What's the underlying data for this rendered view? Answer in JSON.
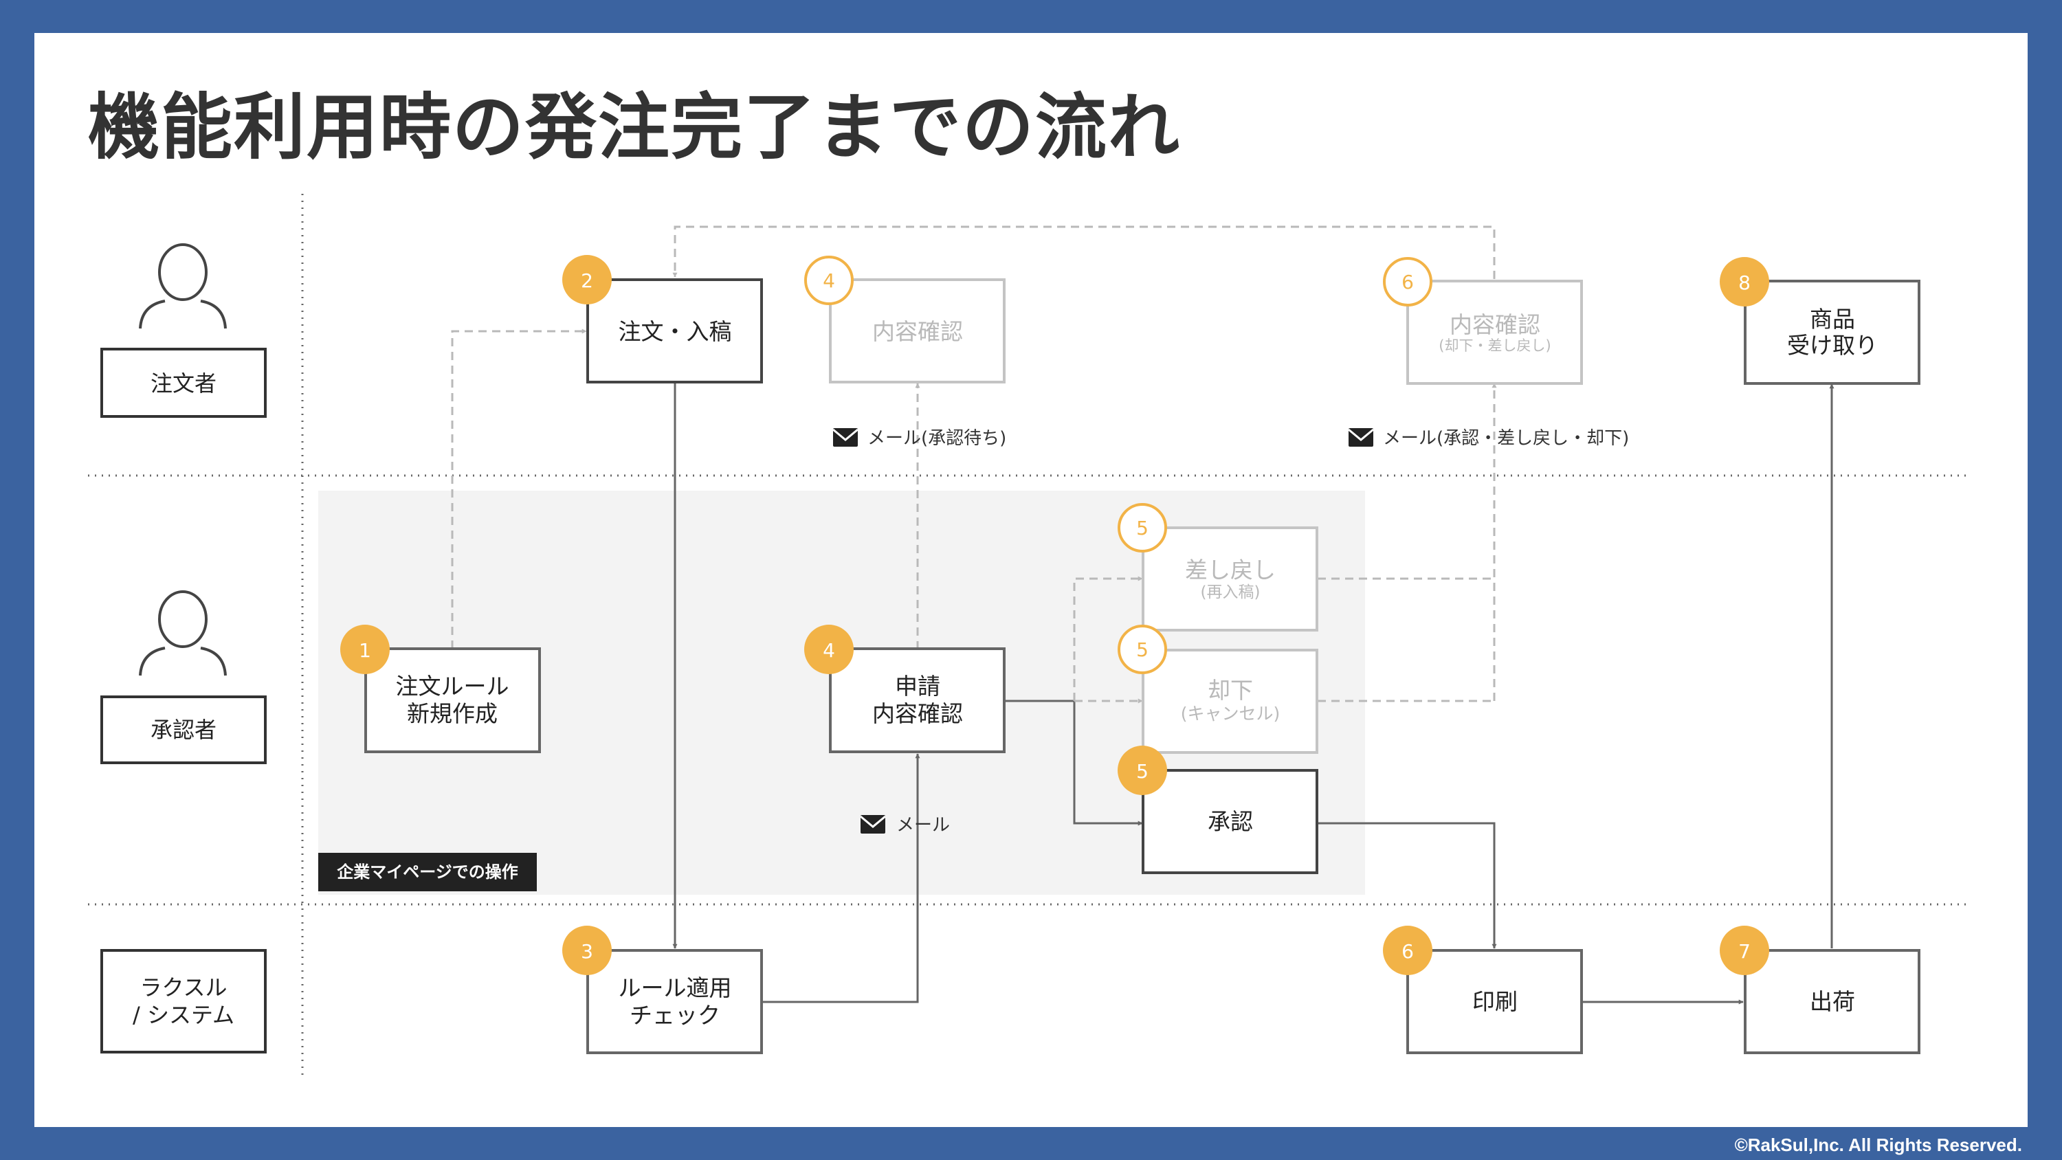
{
  "title": "機能利用時の発注完了までの流れ",
  "copyright": "©RakSul,Inc. All Rights Reserved.",
  "lanes": {
    "orderer": "注文者",
    "approver": "承認者",
    "raksul_line1": "ラクスル",
    "raksul_line2": "/ システム"
  },
  "area_label": "企業マイページでの操作",
  "steps": {
    "rule_create": {
      "num": "1",
      "line1": "注文ルール",
      "line2": "新規作成"
    },
    "order_entry": {
      "num": "2",
      "line1": "注文・入稿"
    },
    "rule_check": {
      "num": "3",
      "line1": "ルール適用",
      "line2": "チェック"
    },
    "content_check_orderer": {
      "num": "4",
      "line1": "内容確認"
    },
    "request_check": {
      "num": "4",
      "line1": "申請",
      "line2": "内容確認"
    },
    "send_back": {
      "num": "5",
      "line1": "差し戻し",
      "line2": "(再入稿)"
    },
    "reject": {
      "num": "5",
      "line1": "却下",
      "line2": "(キャンセル)"
    },
    "approve": {
      "num": "5",
      "line1": "承認"
    },
    "content_check_result": {
      "num": "6",
      "line1": "内容確認",
      "line2": "(却下・差し戻し)"
    },
    "print": {
      "num": "6",
      "line1": "印刷"
    },
    "ship": {
      "num": "7",
      "line1": "出荷"
    },
    "receive": {
      "num": "8",
      "line1": "商品",
      "line2": "受け取り"
    }
  },
  "mail_labels": {
    "waiting": "メール(承認待ち)",
    "result": "メール(承認・差し戻し・却下)",
    "plain": "メール"
  },
  "colors": {
    "background": "#3b63a0",
    "badge": "#f2b347",
    "line": "#666666",
    "faded": "#b9b9b9",
    "area": "#f3f3f3"
  }
}
